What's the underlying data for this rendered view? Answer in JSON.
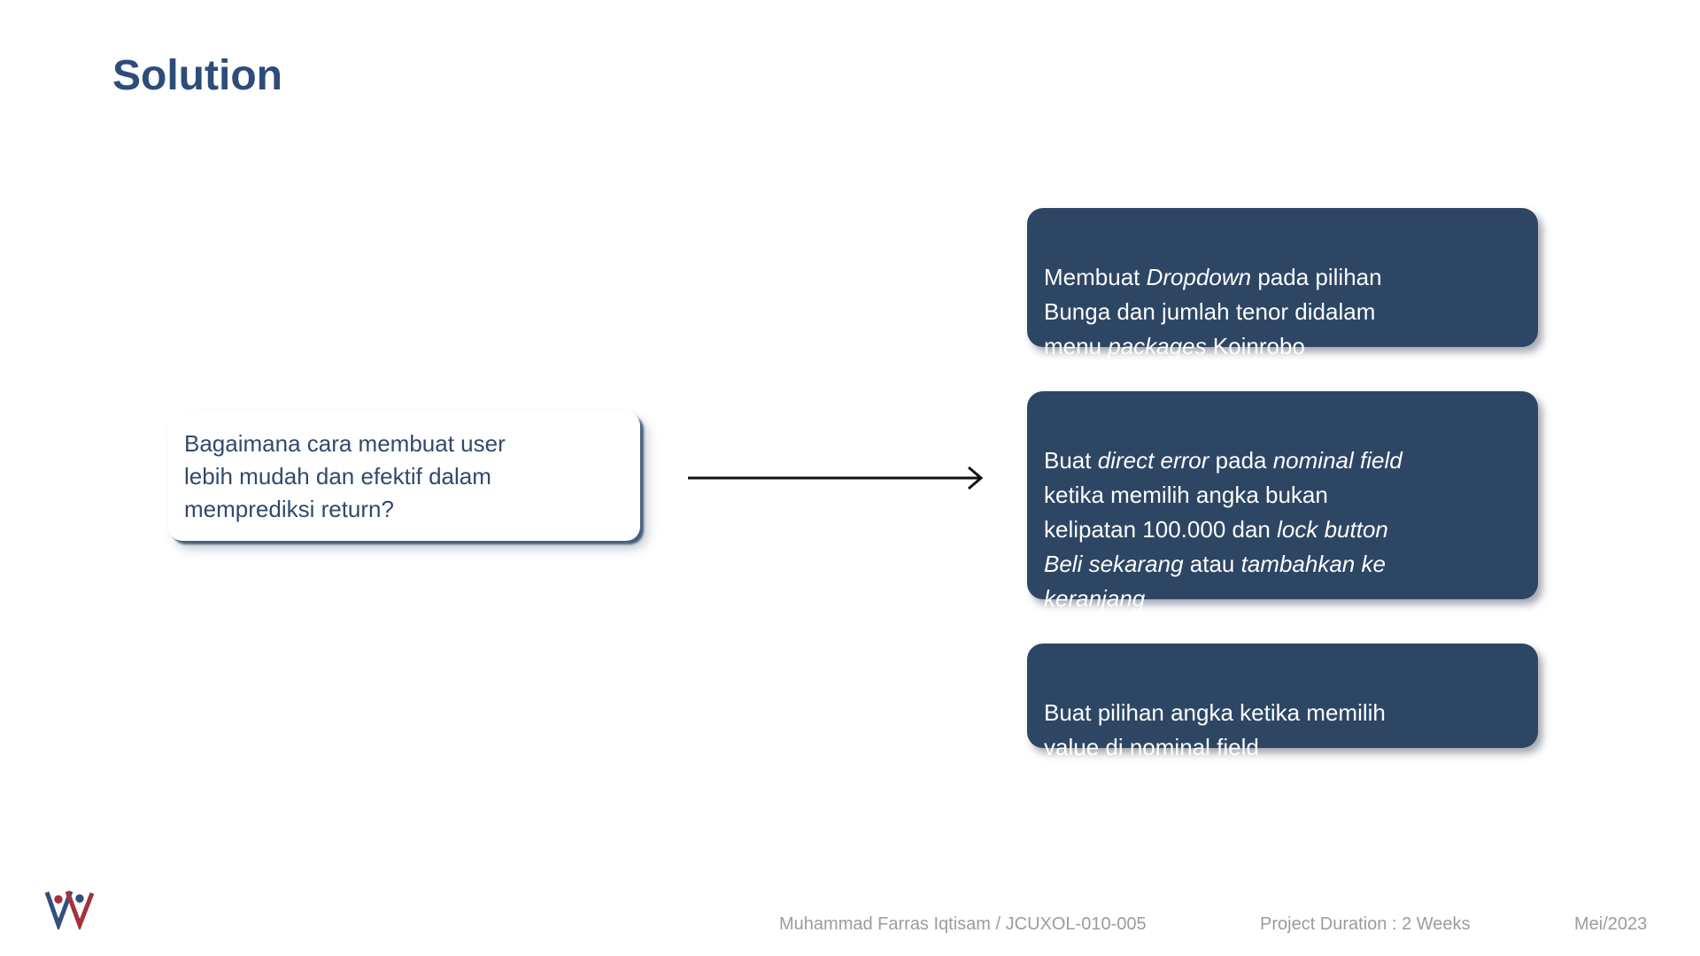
{
  "slide": {
    "title": "Solution",
    "question_card": {
      "lines": [
        "Bagaimana cara membuat user",
        "lebih mudah dan efektif dalam",
        "memprediksi return?"
      ]
    },
    "arrow": {
      "direction": "right",
      "color": "#111111"
    },
    "solution_cards": [
      {
        "segments": [
          {
            "text": "Membuat ",
            "italic": false
          },
          {
            "text": "Dropdown",
            "italic": true
          },
          {
            "text": " pada pilihan\nBunga dan jumlah tenor didalam\nmenu ",
            "italic": false
          },
          {
            "text": "packages",
            "italic": true
          },
          {
            "text": " Koinrobo",
            "italic": false
          }
        ]
      },
      {
        "segments": [
          {
            "text": "Buat ",
            "italic": false
          },
          {
            "text": "direct error",
            "italic": true
          },
          {
            "text": " pada ",
            "italic": false
          },
          {
            "text": "nominal field",
            "italic": true
          },
          {
            "text": "\nketika memilih angka bukan\nkelipatan 100.000 dan ",
            "italic": false
          },
          {
            "text": "lock button",
            "italic": true
          },
          {
            "text": "\n",
            "italic": false
          },
          {
            "text": "Beli sekarang",
            "italic": true
          },
          {
            "text": " atau ",
            "italic": false
          },
          {
            "text": "tambahkan ke\nkeranjang",
            "italic": true
          }
        ]
      },
      {
        "segments": [
          {
            "text": "Buat pilihan angka ketika memilih\nvalue di nominal field",
            "italic": false
          }
        ]
      }
    ],
    "footer": {
      "author": "Muhammad Farras Iqtisam / JCUXOL-010-005",
      "duration": "Project Duration : 2 Weeks",
      "date": "Mei/2023"
    },
    "logo": {
      "name": "w-two-figures-logo"
    },
    "colors": {
      "title_blue": "#2e4c7a",
      "card_navy": "#2d4663",
      "question_text_navy": "#32496b",
      "footer_gray": "#9c9c9c",
      "logo_navy": "#31507b",
      "logo_red": "#a4323a",
      "arrow_black": "#111111"
    }
  }
}
